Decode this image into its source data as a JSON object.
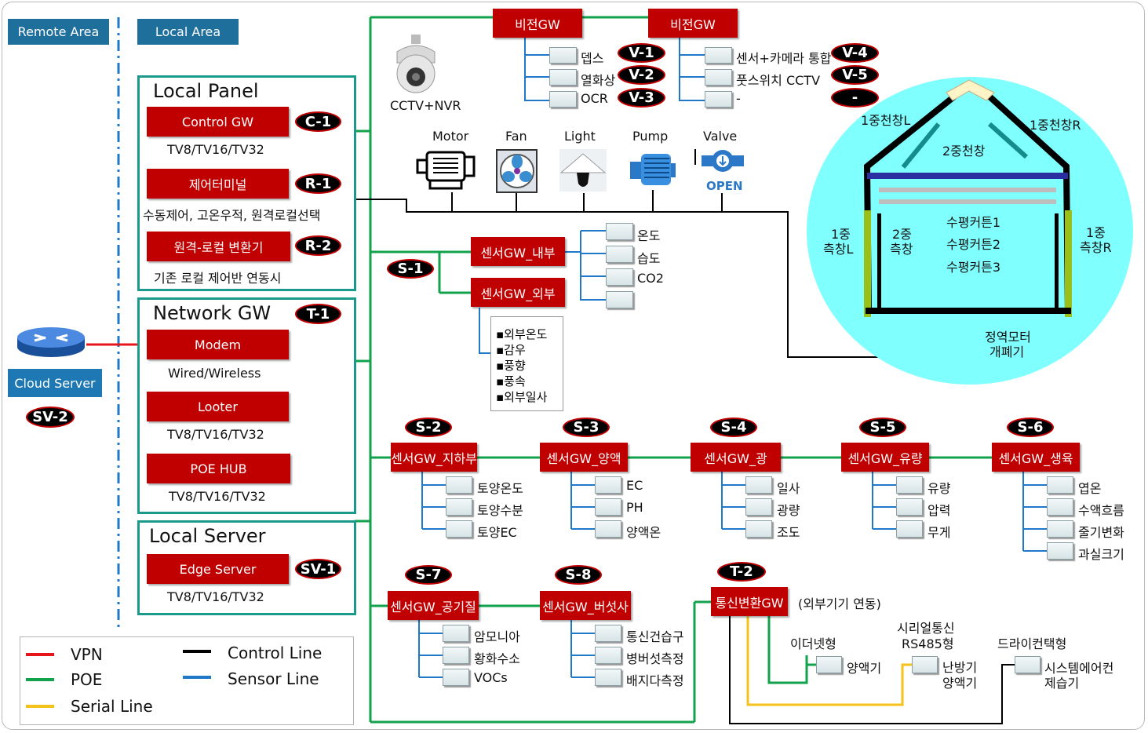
{
  "areas": {
    "remote": "Remote Area",
    "local": "Local Area"
  },
  "local_panel": {
    "title": "Local Panel",
    "control_gw": "Control GW",
    "control_gw_badge": "C-1",
    "control_gw_sub": "TV8/TV16/TV32",
    "terminal": "제어터미널",
    "terminal_badge": "R-1",
    "terminal_sub": "수동제어, 고온우적, 원격로컬선택",
    "converter": "원격-로컬 변환기",
    "converter_badge": "R-2",
    "converter_sub": "기존 로컬 제어반 연동시"
  },
  "network_gw": {
    "title": "Network GW",
    "badge": "T-1",
    "modem": "Modem",
    "modem_sub": "Wired/Wireless",
    "looter": "Looter",
    "looter_sub": "TV8/TV16/TV32",
    "poe": "POE HUB",
    "poe_sub": "TV8/TV16/TV32"
  },
  "local_server": {
    "title": "Local Server",
    "edge": "Edge Server",
    "badge": "SV-1",
    "sub": "TV8/TV16/TV32"
  },
  "cloud": {
    "label": "Cloud  Server",
    "badge": "SV-2"
  },
  "cctv": {
    "label": "CCTV+NVR"
  },
  "vision1": {
    "title": "비전GW",
    "items": [
      "뎁스",
      "열화상",
      "OCR"
    ],
    "badges": [
      "V-1",
      "V-2",
      "V-3"
    ]
  },
  "vision2": {
    "title": "비전GW",
    "items": [
      "센서+카메라 통합",
      "풋스위치 CCTV",
      "-"
    ],
    "badges": [
      "V-4",
      "V-5",
      "-"
    ]
  },
  "actuators": [
    {
      "label": "Motor",
      "icon": "motor-icon"
    },
    {
      "label": "Fan",
      "icon": "fan-icon"
    },
    {
      "label": "Light",
      "icon": "light-icon"
    },
    {
      "label": "Pump",
      "icon": "pump-icon"
    },
    {
      "label": "Valve",
      "icon": "valve-icon",
      "text": "OPEN"
    }
  ],
  "s1": {
    "badge": "S-1",
    "inner": "센서GW_내부",
    "outer": "센서GW_외부",
    "inner_items": [
      "온도",
      "습도",
      "CO2",
      ""
    ],
    "outer_items": [
      "▪외부온도",
      "▪감우",
      "▪풍향",
      "▪풍속",
      "▪외부일사"
    ]
  },
  "sensor_groups": [
    {
      "badge": "S-2",
      "title": "센서GW_지하부",
      "items": [
        "토양온도",
        "토양수분",
        "토양EC"
      ]
    },
    {
      "badge": "S-3",
      "title": "센서GW_양액",
      "items": [
        "EC",
        "PH",
        "양액온"
      ]
    },
    {
      "badge": "S-4",
      "title": "센서GW_광",
      "items": [
        "일사",
        "광량",
        "조도"
      ]
    },
    {
      "badge": "S-5",
      "title": "센서GW_유량",
      "items": [
        "유량",
        "압력",
        "무게"
      ]
    },
    {
      "badge": "S-6",
      "title": "센서GW_생육",
      "items": [
        "엽온",
        "수액흐름",
        "줄기변화",
        "과실크기"
      ]
    },
    {
      "badge": "S-7",
      "title": "센서GW_공기질",
      "items": [
        "암모니아",
        "황화수소",
        "VOCs"
      ]
    },
    {
      "badge": "S-8",
      "title": "센서GW_버섯사",
      "items": [
        "통신건습구",
        "병버섯측정",
        "배지다측정"
      ]
    }
  ],
  "t2": {
    "badge": "T-2",
    "title": "통신변환GW",
    "note": "(외부기기 연동)",
    "ethernet": "이더넷형",
    "ethernet_item": "양액기",
    "serial_title_1": "시리얼통신",
    "serial_title_2": "RS485형",
    "serial_item_1": "난방기",
    "serial_item_2": "양액기",
    "dry": "드라이컨택형",
    "dry_item_1": "시스템에어컨",
    "dry_item_2": "제습기"
  },
  "greenhouse": {
    "roof_l": "1중천창L",
    "roof_r": "1중천창R",
    "roof2": "2중천창",
    "side_l_1": "1중",
    "side_l_2": "측창L",
    "side2_1": "2중",
    "side2_2": "측창",
    "curtains": [
      "수평커튼1",
      "수평커튼2",
      "수평커튼3"
    ],
    "side_r_1": "1중",
    "side_r_2": "측창R",
    "motor_1": "정역모터",
    "motor_2": "개폐기"
  },
  "legend": {
    "vpn": "VPN",
    "poe": "POE",
    "serial": "Serial Line",
    "control": "Control Line",
    "sensor": "Sensor Line"
  },
  "colors": {
    "vpn": "#e8141c",
    "poe": "#12a24b",
    "serial": "#f5c21a",
    "control": "#000000",
    "sensor": "#1f78c8",
    "gw_red": "#c00000",
    "panel_teal": "#1b9a8c",
    "greenhouse": "#80ffff"
  }
}
